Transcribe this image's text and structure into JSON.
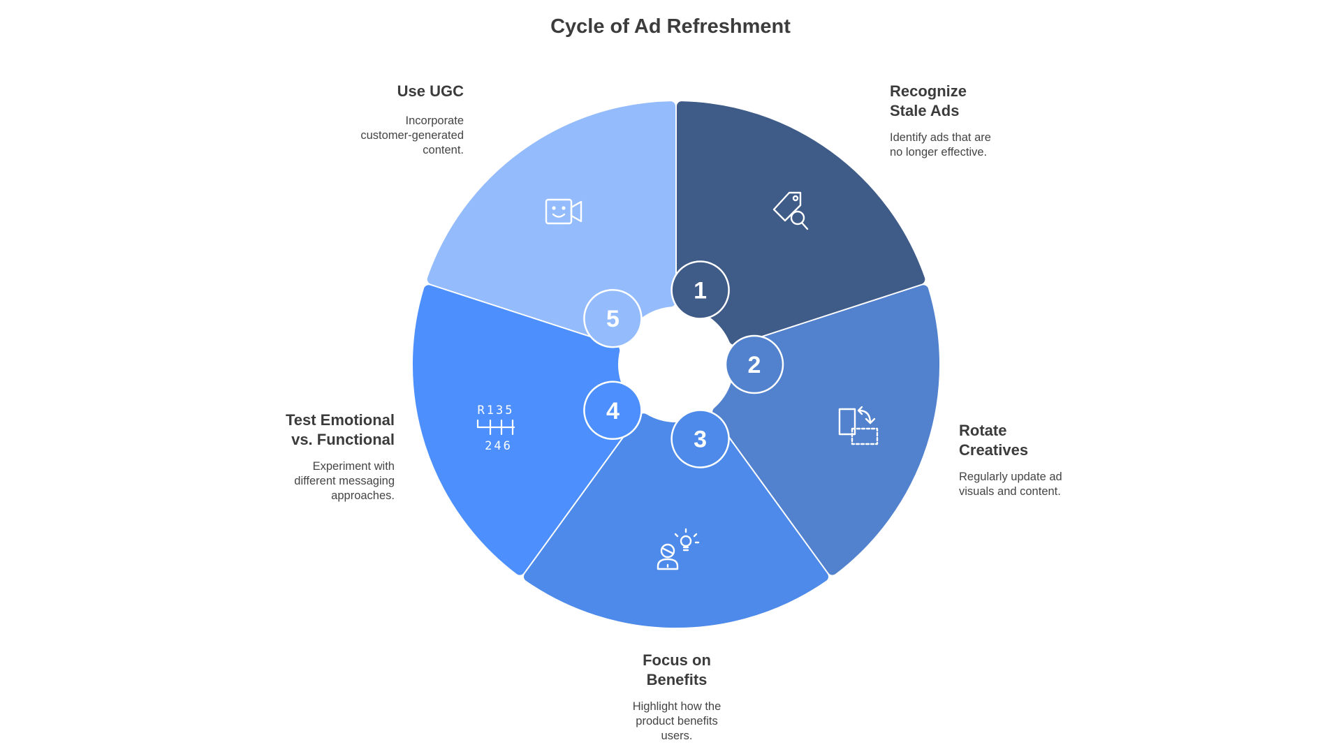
{
  "title": "Cycle of Ad Refreshment",
  "colors": {
    "seg1": "#3f5b88",
    "seg2": "#5282ce",
    "seg3": "#4d8aea",
    "seg4": "#4d90fd",
    "seg5": "#94bcfd",
    "text": "#3c3c3c"
  },
  "steps": [
    {
      "number": "1",
      "title_lines": [
        "Recognize",
        "Stale Ads"
      ],
      "desc_lines": [
        "Identify ads that are",
        "no longer effective."
      ],
      "icon": "price-tag-search-icon"
    },
    {
      "number": "2",
      "title_lines": [
        "Rotate",
        "Creatives"
      ],
      "desc_lines": [
        "Regularly update ad",
        "visuals and content."
      ],
      "icon": "rotate-creative-icon"
    },
    {
      "number": "3",
      "title_lines": [
        "Focus on",
        "Benefits"
      ],
      "desc_lines": [
        "Highlight how the",
        "product benefits",
        "users."
      ],
      "icon": "person-idea-icon"
    },
    {
      "number": "4",
      "title_lines": [
        "Test Emotional",
        "vs. Functional"
      ],
      "desc_lines": [
        "Experiment with",
        "different messaging",
        "approaches."
      ],
      "icon": "gear-shift-icon",
      "icon_text_top": "R135",
      "icon_text_bottom": "246"
    },
    {
      "number": "5",
      "title_lines": [
        "Use UGC"
      ],
      "desc_lines": [
        "Incorporate",
        "customer-generated",
        "content."
      ],
      "icon": "video-smile-icon"
    }
  ]
}
